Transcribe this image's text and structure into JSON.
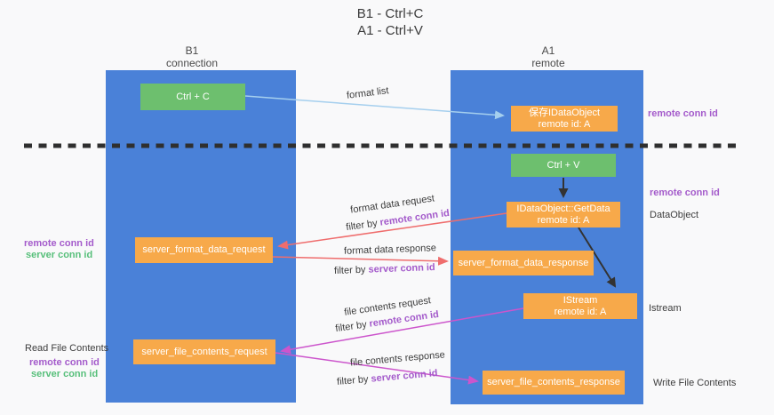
{
  "title": {
    "line1": "B1 - Ctrl+C",
    "line2": "A1 - Ctrl+V"
  },
  "lanes": {
    "left": {
      "title": "B1",
      "subtitle": "connection"
    },
    "right": {
      "title": "A1",
      "subtitle": "remote"
    }
  },
  "boxes": {
    "ctrl_c": {
      "label": "Ctrl + C"
    },
    "ctrl_v": {
      "label": "Ctrl + V"
    },
    "save_dataobject": {
      "line1": "保存IDataObject",
      "line2": "remote id: A"
    },
    "getdata": {
      "line1": "IDataObject::GetData",
      "line2": "remote id: A"
    },
    "istream": {
      "line1": "IStream",
      "line2": "remote id: A"
    },
    "format_request": {
      "label": "server_format_data_request"
    },
    "format_response": {
      "label": "server_format_data_response"
    },
    "file_request": {
      "label": "server_file_contents_request"
    },
    "file_response": {
      "label": "server_file_contents_response"
    }
  },
  "arrow_labels": {
    "format_list": "format list",
    "format_data_request": "format data request",
    "format_data_response": "format data response",
    "file_contents_request": "file contents request",
    "file_contents_response": "file contents response",
    "filter_by": "filter by ",
    "remote_conn_id": "remote conn id",
    "server_conn_id": "server conn id"
  },
  "side_labels": {
    "remote_conn_id": "remote conn id",
    "server_conn_id": "server conn id",
    "dataobject": "DataObject",
    "istream": "Istream",
    "read_file_contents": "Read File Contents",
    "write_file_contents": "Write File Contents"
  },
  "colors": {
    "lane_blue": "#4a81d8",
    "box_green": "#6dbf6e",
    "box_orange": "#f7a94a",
    "purple_text": "#a45bcb",
    "green_text": "#57bf7a",
    "red_arrow": "#ef6d6d",
    "magenta_arrow": "#cc55cc",
    "lightblue_arrow": "#a5cfee",
    "black_arrow": "#333333",
    "dashed_divider": "#2f2f2f"
  }
}
